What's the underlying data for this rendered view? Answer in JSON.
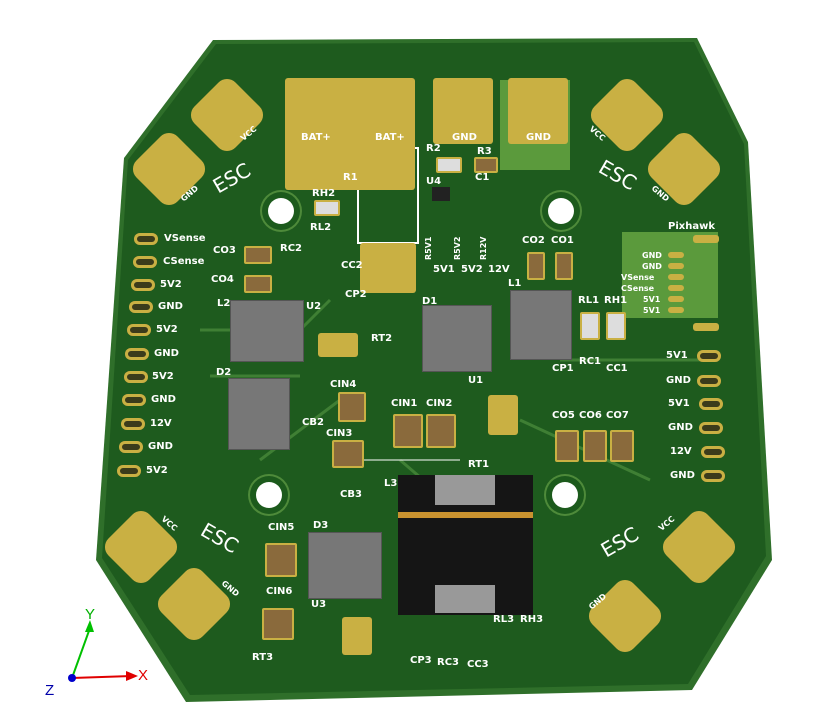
{
  "colors": {
    "board": "#1e5b1e",
    "pad": "#c9b043",
    "background": "#ffffff"
  },
  "top_pads": {
    "bat1": "BAT+",
    "bat2": "BAT+",
    "gnd1": "GND",
    "gnd2": "GND"
  },
  "esc": {
    "tl": {
      "label": "ESC",
      "vcc": "VCC",
      "gnd": "GND"
    },
    "tr": {
      "label": "ESC",
      "vcc": "VCC",
      "gnd": "GND"
    },
    "bl": {
      "label": "ESC",
      "vcc": "VCC",
      "gnd": "GND"
    },
    "br": {
      "label": "ESC",
      "vcc": "VCC",
      "gnd": "GND"
    }
  },
  "designators": {
    "R1": "R1",
    "R2": "R2",
    "R3": "R3",
    "U4": "U4",
    "C1": "C1",
    "RH2": "RH2",
    "RL2": "RL2",
    "RC2": "RC2",
    "CC2": "CC2",
    "CP2": "CP2",
    "CO3": "CO3",
    "CO4": "CO4",
    "L2": "L2",
    "U2": "U2",
    "RT2": "RT2",
    "D2": "D2",
    "CB2": "CB2",
    "CIN4": "CIN4",
    "CIN3": "CIN3",
    "CIN1": "CIN1",
    "CIN2": "CIN2",
    "U1": "U1",
    "RT1": "RT1",
    "L3": "L3",
    "CB3": "CB3",
    "CIN5": "CIN5",
    "D3": "D3",
    "CIN6": "CIN6",
    "U3": "U3",
    "RT3": "RT3",
    "CP3": "CP3",
    "RC3": "RC3",
    "CC3": "CC3",
    "RL3": "RL3",
    "RH3": "RH3",
    "R5V1": "R5V1",
    "R5V2": "R5V2",
    "R12V": "R12V",
    "L5V1": "5V1",
    "L5V2": "5V2",
    "L12V": "12V",
    "CO2": "CO2",
    "CO1": "CO1",
    "L1": "L1",
    "D1": "D1",
    "RL1": "RL1",
    "RH1": "RH1",
    "CP1": "CP1",
    "RC1": "RC1",
    "CC1": "CC1",
    "CO5": "CO5",
    "CO6": "CO6",
    "CO7": "CO7"
  },
  "left_pins": [
    "VSense",
    "CSense",
    "5V2",
    "GND",
    "5V2",
    "GND",
    "5V2",
    "GND",
    "12V",
    "GND",
    "5V2"
  ],
  "right_pins": [
    "5V1",
    "GND",
    "5V1",
    "GND",
    "12V",
    "GND"
  ],
  "pixhawk": {
    "title": "Pixhawk",
    "pins": [
      "GND",
      "GND",
      "VSense",
      "CSense",
      "5V1",
      "5V1"
    ]
  },
  "axes": {
    "x": "X",
    "y": "Y",
    "z": "Z"
  }
}
